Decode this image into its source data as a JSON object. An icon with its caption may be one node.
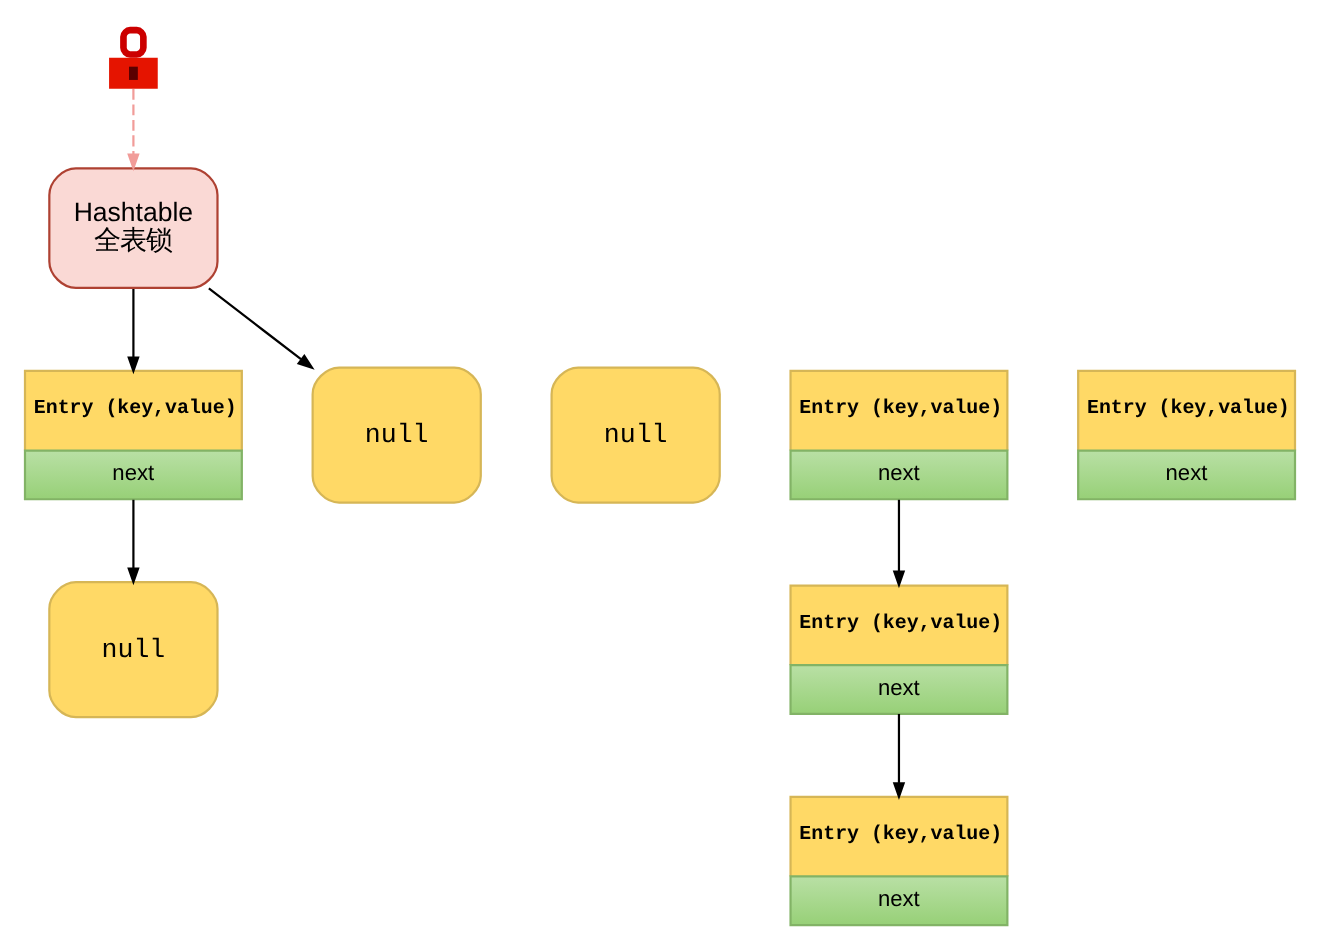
{
  "diagram": {
    "nodes": [
      {
        "text": [],
        "shape": "picture"
      },
      {
        "text": [
          "Hashtable",
          "全表锁"
        ]
      },
      {
        "text": [
          "Entry (key,value)",
          "next"
        ]
      },
      {
        "text": [
          "null"
        ]
      },
      {
        "text": [
          "Entry (key,value)",
          "next"
        ]
      },
      {
        "text": [
          "Entry (key,value)",
          "next"
        ]
      },
      {
        "text": [
          "null"
        ]
      },
      {
        "text": [
          "null"
        ]
      },
      {
        "text": [
          "Entry (key,value)",
          "next"
        ]
      },
      {
        "text": [
          "Entry (key,value)",
          "next"
        ]
      }
    ],
    "edges": [
      {
        "from": 0,
        "to": 1,
        "arrow": "to",
        "style": "dashed",
        "color": "#f19c99"
      },
      {
        "from": 1,
        "to": 2,
        "arrow": "to"
      },
      {
        "from": 1,
        "to": 6,
        "arrow": "to"
      },
      {
        "from": 2,
        "to": 7,
        "arrow": "to"
      },
      {
        "from": 4,
        "to": 8,
        "arrow": "to"
      },
      {
        "from": 8,
        "to": 9,
        "arrow": "to"
      }
    ]
  }
}
